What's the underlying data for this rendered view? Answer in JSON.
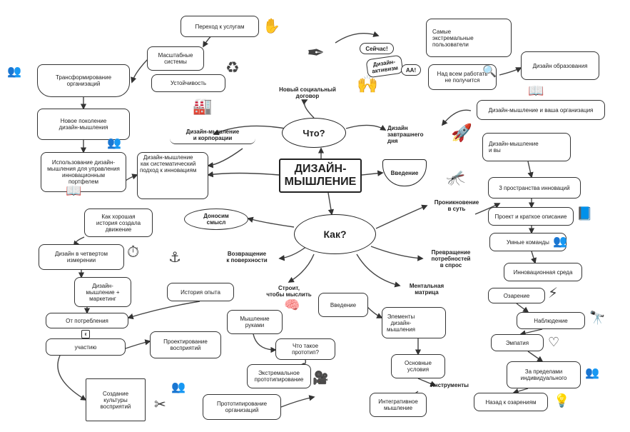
{
  "center": {
    "title": "ДИЗАЙН-\nМЫШЛЕНИЕ"
  },
  "hubs": {
    "what": "Что?",
    "how": "Как?",
    "intro": "Введение"
  },
  "nodes": {
    "transition_to_services": "Переход к услугам",
    "scalable_systems": "Масштабные\nсистемы",
    "sustainability": "Устойчивость",
    "org_transformation": "Трансформирование\nорганизаций",
    "new_social_contract": "Новый социальный\nдоговор",
    "now_sign": "Сейчас!",
    "design_activism": "Дизайн-\nактивизм",
    "aa_sign": "АА!",
    "extreme_users": "Самые\nэкстремальные\nпользователи",
    "working_on_it": "Над всем работать\nне получится",
    "design_education": "Дизайн образования",
    "new_generation": "Новое поколение\nдизайн-мышления",
    "dt_and_corporations": "Дизайн-мышление\nи корпорации",
    "design_of_tomorrow": "Дизайн\nзавтрашнего\nдня",
    "dt_and_your_org": "Дизайн-мышление и ваша организация",
    "dt_and_you": "Дизайн-мышление\nи вы",
    "using_dt_portfolio": "Использование дизайн-\nмышления для управления\nинновационным\nпортфелем",
    "dt_systematic": "Дизайн-мышление\nкак систематический\nподход к инновациям",
    "three_spaces": "3 пространства инноваций",
    "penetration": "Проникновение\nв суть",
    "conveying_meaning": "Доносим\nсмысл",
    "good_story": "Как хорошая\nистория создала\nдвижение",
    "project_brief": "Проект и краткое описание",
    "design_fourth_dim": "Дизайн в четвертом\nизмерении",
    "return_to_surface": "Возвращение\nк поверхности",
    "smart_teams": "Умные команды",
    "turning_needs": "Превращение\nпотребностей\nв спрос",
    "innovation_env": "Инновационная среда",
    "design_marketing": "Дизайн-\nмышление +\nмаркетинг",
    "experience_story": "История опыта",
    "build_to_think": "Строит,\nчтобы мыслить",
    "mental_matrix": "Ментальная\nматрица",
    "insight": "Озарение",
    "from_consumption": "От потребления",
    "k_letter": "к",
    "introduction": "Введение",
    "thinking_with_hands": "Мышление\nруками",
    "dt_elements": "Элементы\nдизайн-\nмышления",
    "observation": "Наблюдение",
    "participation": "участию",
    "designing_perceptions": "Проектирование\nвосприятий",
    "what_is_prototype": "Что такое\nпрототип?",
    "empathy": "Эмпатия",
    "basic_conditions": "Основные\nусловия",
    "beyond_individual": "За пределами\nиндивидуального",
    "extreme_prototyping": "Экстремальное\nпрототипирование",
    "tools": "Инструменты",
    "culture_of_perceptions": "Создание\nкультуры\nвосприятий",
    "org_prototyping": "Прототипирование\nорганизаций",
    "integrative_thinking": "Интегративное\nмышление",
    "back_to_insight": "Назад к озарениям"
  },
  "icons": {
    "hand": "hand-icon",
    "recycle": "recycle-icon",
    "quill": "quill-icon",
    "factory": "factory-icon",
    "people": "people-icon",
    "rocket": "rocket-icon",
    "book": "book-icon",
    "magnifier": "magnifier-icon",
    "brain": "brain-icon",
    "heart": "heart-icon",
    "bulb": "bulb-icon",
    "lightning": "lightning-icon",
    "binoculars": "binoculars-icon",
    "scissors": "scissors-icon",
    "clock": "clock-icon",
    "camera": "camera-icon",
    "mosquito": "mosquito-icon",
    "submarine": "submarine-icon"
  }
}
